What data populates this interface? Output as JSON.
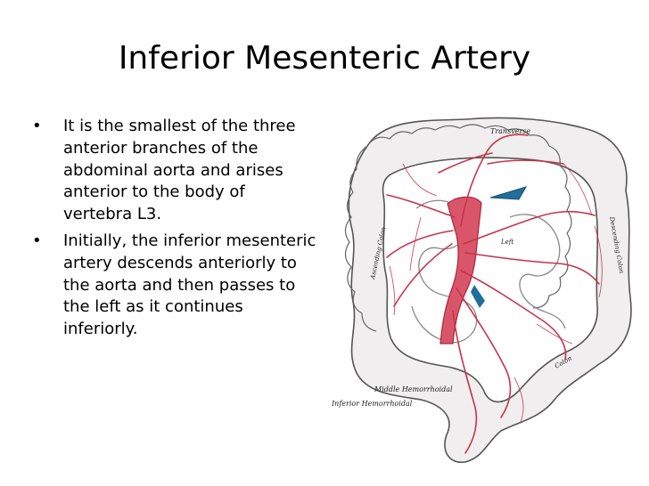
{
  "slide": {
    "title": "Inferior Mesenteric Artery",
    "bullets": [
      "It is the smallest of the three anterior branches of the abdominal aorta and arises anterior to the body of vertebra L3.",
      "Initially, the inferior mesenteric artery descends anteriorly to the aorta and then passes to the left as it continues inferiorly."
    ],
    "bullet_glyph": "•"
  },
  "figure": {
    "labels": {
      "transverse": "Transverse",
      "ascending": "Ascending Colon",
      "descending": "Descending Colon",
      "left": "Left",
      "colon": "Colon",
      "middle_hemorrhoidal": "Middle Hemorrhoidal",
      "inferior_hemorrhoidal": "Inferior Hemorrhoidal"
    },
    "colors": {
      "artery": "#c8334a",
      "aorta": "#d9566a",
      "vein": "#1f6f99",
      "intestine_outline": "#555555",
      "intestine_fill": "#f0eeee"
    }
  }
}
